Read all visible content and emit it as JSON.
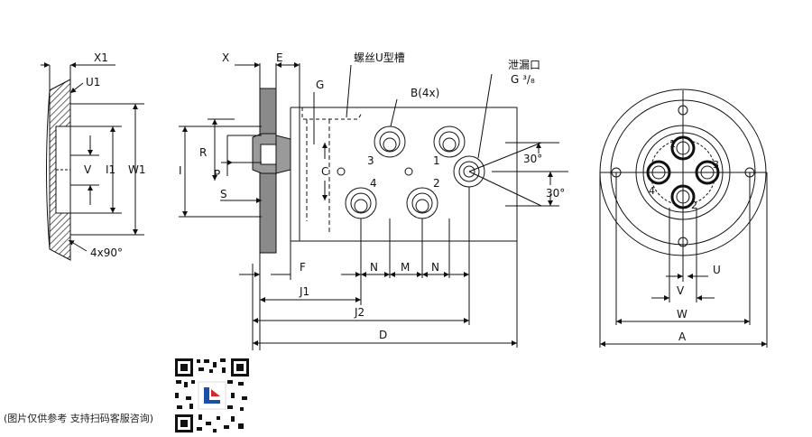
{
  "labels": {
    "X1": "X1",
    "U1": "U1",
    "V_left": "V",
    "I1": "I1",
    "W1": "W1",
    "angle_4x90": "4x90°",
    "X": "X",
    "E": "E",
    "G": "G",
    "groove": "螺丝U型槽",
    "B4x": "B(4x)",
    "leak_port": "泄漏口",
    "leak_thread": "G ³/₈",
    "R": "R",
    "P": "P",
    "I": "I",
    "S": "S",
    "C": "C",
    "port1": "1",
    "port2": "2",
    "port3": "3",
    "port4": "4",
    "angle30_top": "30°",
    "angle30_bottom": "30°",
    "F": "F",
    "N1": "N",
    "M": "M",
    "N2": "N",
    "J1": "J1",
    "J2": "J2",
    "D": "D",
    "fp1": "1",
    "fp2": "2",
    "fp3": "3",
    "fp4": "4",
    "U": "U",
    "V_right": "V",
    "W": "W",
    "A": "A"
  },
  "caption": "(图片仅供参考 支持扫码客服咨询)",
  "colors": {
    "line": "#111111",
    "flange_fill": "#8a8a8a",
    "hatch": "#222222"
  }
}
